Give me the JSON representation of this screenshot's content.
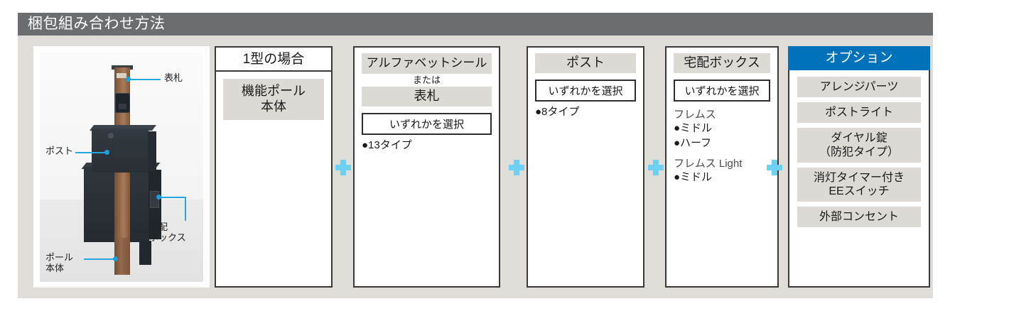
{
  "header": {
    "title": "梱包組み合わせ方法"
  },
  "photo": {
    "alt_name": "機能ポール製品写真",
    "callouts": [
      {
        "id": "nameplate",
        "text": "表札"
      },
      {
        "id": "post",
        "text": "ポスト"
      },
      {
        "id": "delivery-box",
        "line1": "宅配",
        "line2": "ボックス"
      },
      {
        "id": "pole",
        "line1": "ポール",
        "line2": "本体"
      }
    ]
  },
  "columns": [
    {
      "id": "type1",
      "head": "1型の場合",
      "main_box": "機能ポール\n本体",
      "main_box_line1": "機能ポール",
      "main_box_line2": "本体"
    },
    {
      "id": "alphabet-seal",
      "head": "アルファベットシール",
      "or_label": "または",
      "second_box": "表札",
      "select_label": "いずれかを選択",
      "types": "●13タイプ"
    },
    {
      "id": "post",
      "head": "ポスト",
      "select_label": "いずれかを選択",
      "types": "●8タイプ"
    },
    {
      "id": "delivery-box",
      "head": "宅配ボックス",
      "select_label": "いずれかを選択",
      "groups": [
        {
          "name": "フレムス",
          "items": [
            "●ミドル",
            "●ハーフ"
          ]
        },
        {
          "name": "フレムス Light",
          "items": [
            "●ミドル"
          ]
        }
      ]
    }
  ],
  "options": {
    "head": "オプション",
    "items": [
      {
        "line1": "アレンジパーツ",
        "line2": ""
      },
      {
        "line1": "ポストライト",
        "line2": ""
      },
      {
        "line1": "ダイヤル錠",
        "line2": "（防犯タイプ）"
      },
      {
        "line1": "消灯タイマー付き",
        "line2": "EEスイッチ"
      },
      {
        "line1": "外部コンセント",
        "line2": ""
      }
    ]
  },
  "connectors": {
    "symbol": "+",
    "count": 4,
    "color": "#6ed0f2"
  },
  "colors": {
    "title_bar": "#6b6d71",
    "band_background": "#e0dcd8",
    "option_header": "#0072bc",
    "gray_box": "#ddd9d4",
    "plus": "#6ed0f2",
    "callout_line": "#27a6e0"
  }
}
